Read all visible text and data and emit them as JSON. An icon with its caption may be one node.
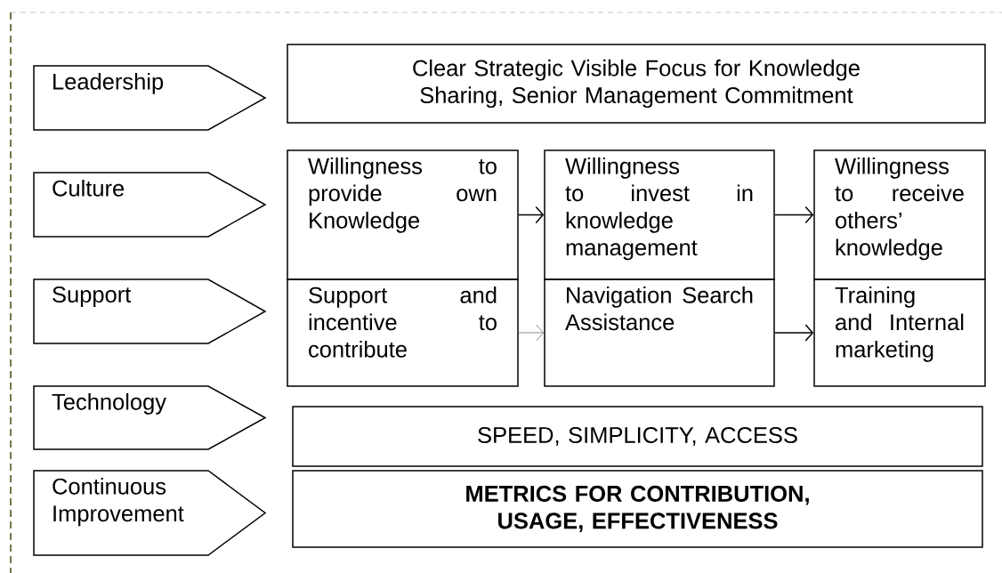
{
  "diagram": {
    "nodes": [
      {
        "text": [
          "Leadership"
        ]
      },
      {
        "text": [
          "Clear Strategic Visible Focus for Knowledge Sharing, Senior Management Commitment"
        ]
      },
      {
        "text": [
          "Culture"
        ]
      },
      {
        "text": [
          "Willingness to provide own Knowledge"
        ]
      },
      {
        "text": [
          "Willingness to invest in knowledge management"
        ]
      },
      {
        "text": [
          "Willingness to receive others’ knowledge"
        ]
      },
      {
        "text": [
          "Support"
        ]
      },
      {
        "text": [
          "Support and incentive to contribute"
        ]
      },
      {
        "text": [
          "Navigation Search Assistance"
        ]
      },
      {
        "text": [
          "Training and Internal marketing"
        ]
      },
      {
        "text": [
          "Technology"
        ]
      },
      {
        "text": [
          "SPEED, SIMPLICITY, ACCESS"
        ]
      },
      {
        "text": [
          "Continuous Improvement"
        ]
      },
      {
        "text": [
          "METRICS FOR CONTRIBUTION, USAGE, EFFECTIVENESS"
        ]
      }
    ],
    "edges": [
      {
        "from": 3,
        "to": 4,
        "arrow": "to"
      },
      {
        "from": 4,
        "to": 5,
        "arrow": "to"
      },
      {
        "from": 7,
        "to": 8,
        "arrow": "to",
        "color": "#8c8c8c"
      },
      {
        "from": 8,
        "to": 9,
        "arrow": "to"
      }
    ]
  }
}
